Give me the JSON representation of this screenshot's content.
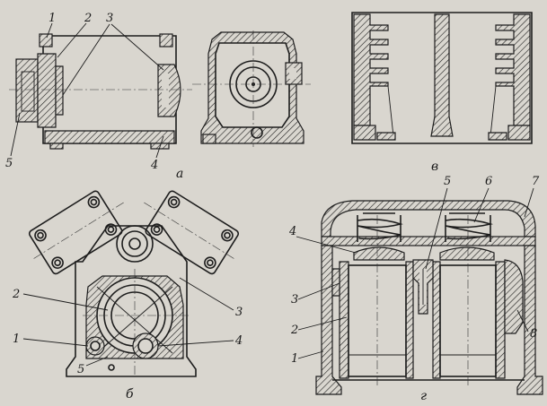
{
  "panels": {
    "a": {
      "caption": "а",
      "labels": [
        "1",
        "2",
        "3",
        "5",
        "4"
      ]
    },
    "v": {
      "caption": "в"
    },
    "b": {
      "caption": "б",
      "labels": [
        "2",
        "3",
        "1",
        "4",
        "5"
      ]
    },
    "g": {
      "caption": "г",
      "labels": [
        "4",
        "5",
        "6",
        "7",
        "3",
        "2",
        "8",
        "1"
      ]
    }
  },
  "colors": {
    "paper": "#d9d6cf",
    "ink": "#1d1d1d"
  }
}
